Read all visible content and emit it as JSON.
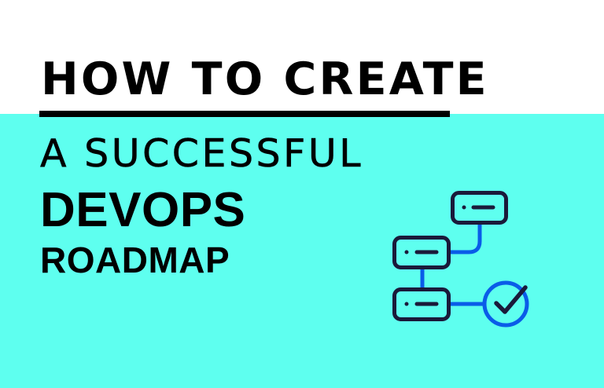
{
  "headline": {
    "line1": "HOW TO CREATE",
    "line2": "A SUCCESSFUL",
    "line3": "DEVOPS",
    "line4": "ROADMAP"
  },
  "illustration": {
    "name": "roadmap-flowchart-icon",
    "nodes": 3,
    "has_checkmark": true
  },
  "colors": {
    "background_top": "#ffffff",
    "background_bottom": "#5effef",
    "text": "#000000",
    "icon_outline": "#1a1a3a",
    "icon_connector": "#0a5ce8"
  }
}
